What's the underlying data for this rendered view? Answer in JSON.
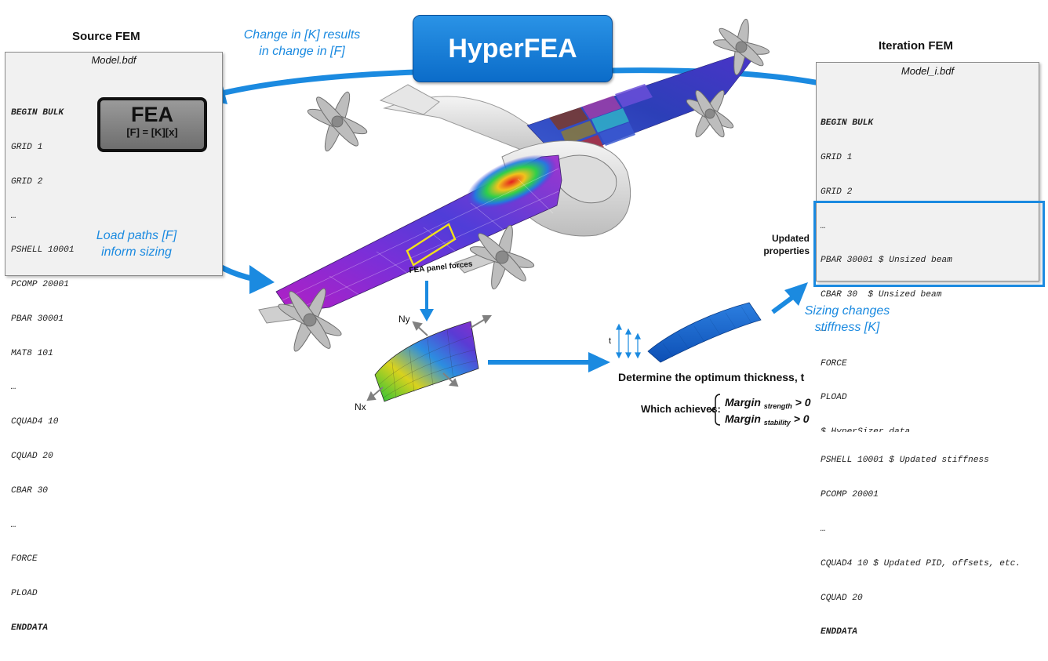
{
  "banner": {
    "title": "HyperFEA"
  },
  "notes": {
    "top_line1": "Change in [K] results",
    "top_line2": "in change in [F]",
    "left_line1": "Load paths [F]",
    "left_line2": "inform sizing",
    "right_line1": "Sizing changes",
    "right_line2": "stiffness [K]"
  },
  "source": {
    "heading": "Source  FEM",
    "file": "Model.bdf",
    "lines": [
      "BEGIN BULK",
      "GRID 1",
      "GRID 2",
      "…",
      "PSHELL 10001",
      "PCOMP 20001",
      "PBAR 30001",
      "MAT8 101",
      "…",
      "CQUAD4 10",
      "CQUAD 20",
      "CBAR 30",
      "…",
      "FORCE",
      "PLOAD",
      "ENDDATA"
    ]
  },
  "fea": {
    "title": "FEA",
    "equation": "[F] = [K][x]"
  },
  "iteration": {
    "heading": "Iteration FEM",
    "file": "Model_i.bdf",
    "lines": [
      "BEGIN BULK",
      "GRID 1",
      "GRID 2",
      "…",
      "PBAR 30001 $ Unsized beam",
      "CBAR 30  $ Unsized beam",
      "…",
      "FORCE",
      "PLOAD",
      "$ HyperSizer data",
      "PSHELL 10001 $ Updated stiffness",
      "PCOMP 20001",
      "…",
      "CQUAD4 10 $ Updated PID, offsets, etc.",
      "CQUAD 20",
      "ENDDATA"
    ]
  },
  "updated_label": {
    "line1": "Updated",
    "line2": "properties"
  },
  "panel_forces_label": "FEA panel forces",
  "axes": {
    "ny": "Ny",
    "nx": "Nx",
    "t": "t"
  },
  "optimum": {
    "text": "Determine the optimum thickness, t",
    "which": "Which achieves:",
    "m1_word": "Margin",
    "m1_sub": "strength",
    "m1_rel": "> 0",
    "m2_word": "Margin",
    "m2_sub": "stability",
    "m2_rel": "> 0"
  }
}
